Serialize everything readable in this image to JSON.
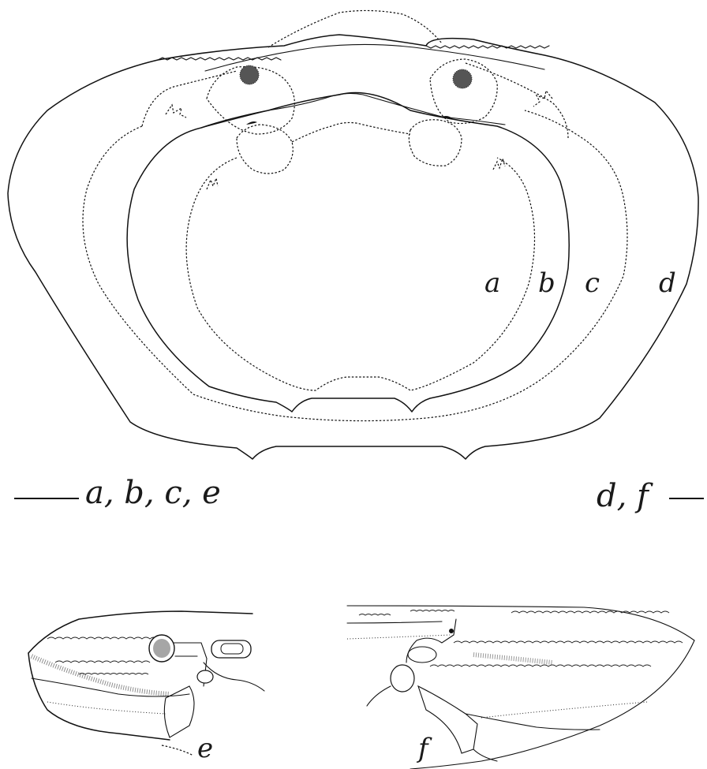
{
  "labels": {
    "a": "a",
    "b": "b",
    "c": "c",
    "d": "d",
    "e": "e",
    "f": "f"
  },
  "scale_bars": {
    "left": "a, b, c, e",
    "right": "d, f"
  },
  "colors": {
    "ink": "#111111",
    "paper": "#ffffff"
  }
}
